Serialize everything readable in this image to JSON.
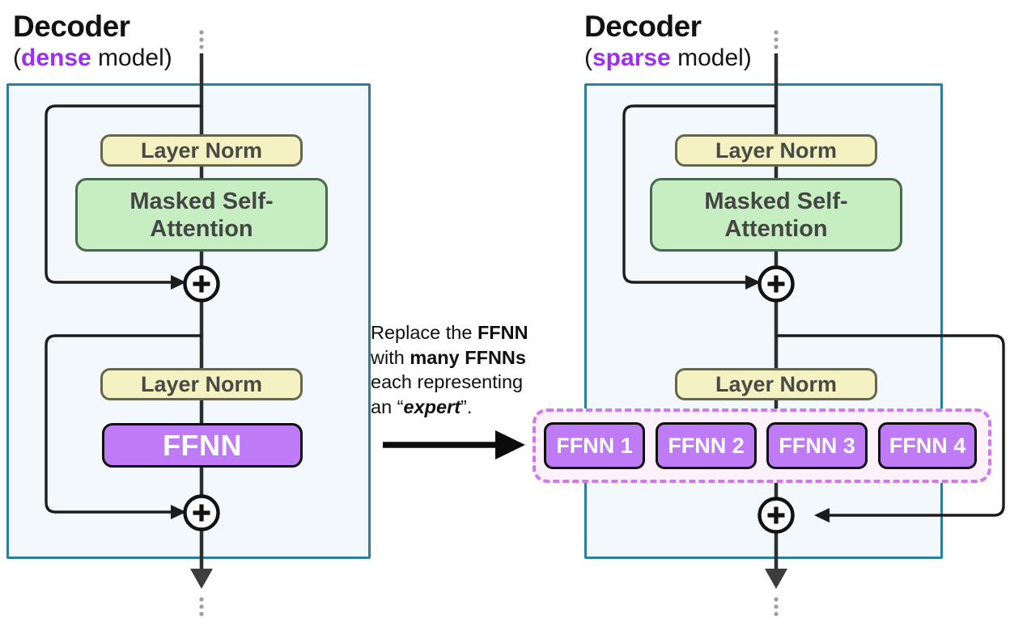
{
  "left": {
    "title": "Decoder",
    "subtitle_open": "(",
    "subtitle_accent": "dense",
    "subtitle_close": " model)",
    "layer_norm_1": "Layer Norm",
    "attention": "Masked Self-Attention",
    "layer_norm_2": "Layer Norm",
    "ffnn": "FFNN"
  },
  "right": {
    "title": "Decoder",
    "subtitle_open": "(",
    "subtitle_accent": "sparse",
    "subtitle_close": " model)",
    "layer_norm_1": "Layer Norm",
    "attention": "Masked Self-Attention",
    "layer_norm_2": "Layer Norm",
    "experts": [
      "FFNN 1",
      "FFNN 2",
      "FFNN 3",
      "FFNN 4"
    ]
  },
  "annotation": {
    "l1a": "Replace the ",
    "l1b": "FFNN",
    "l2a": "with ",
    "l2b": "many FFNNs",
    "l3": "each representing",
    "l4a": "an “",
    "l4b": "expert",
    "l4c": "”."
  },
  "colors": {
    "accent_purple": "#9d2df2",
    "decoder_border_teal": "#2b7e9d",
    "decoder_fill": "#f2f8fc",
    "layer_norm_fill": "#f4f1c3",
    "layer_norm_border": "#66664e",
    "attention_fill": "#c7edc2",
    "attention_border": "#47684c",
    "ffnn_fill": "#bf7bf5",
    "experts_dashed_border": "#d078f2",
    "experts_fill": "#fdf1fc",
    "line_color": "#262626"
  }
}
